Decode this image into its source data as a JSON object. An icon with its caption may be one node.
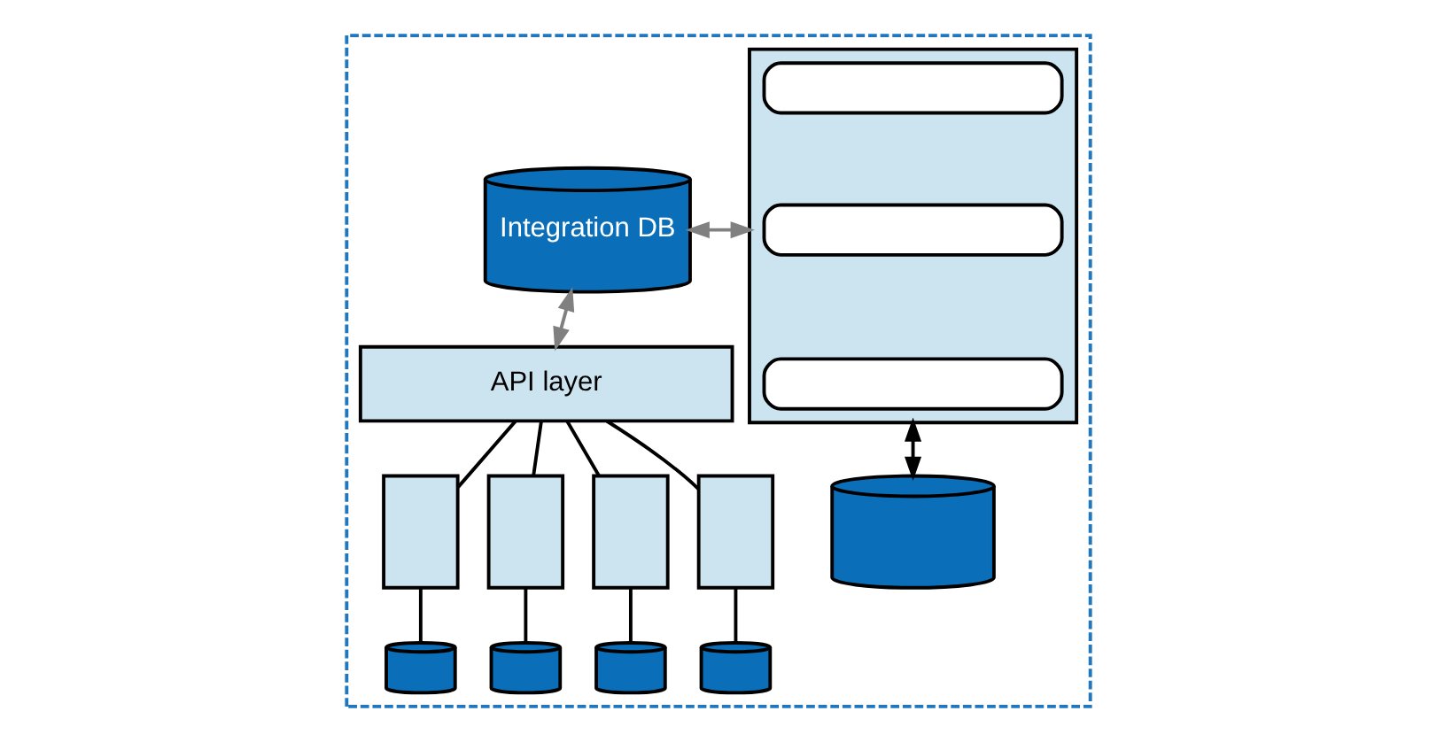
{
  "diagram": {
    "nodes": [
      {
        "text": [],
        "shape": "box"
      },
      {
        "text": [],
        "shape": "box",
        "in": 0
      },
      {
        "text": [],
        "shape": "box",
        "in": 1
      },
      {
        "text": [],
        "shape": "box",
        "in": 1
      },
      {
        "text": [],
        "shape": "box",
        "in": 1
      },
      {
        "text": [
          "Integration DB"
        ],
        "in": 0
      },
      {
        "text": [],
        "shape": "cylinder",
        "in": 0
      },
      {
        "text": [
          "API layer"
        ],
        "in": 0
      },
      {
        "text": [],
        "shape": "box",
        "in": 0
      },
      {
        "text": [],
        "shape": "box",
        "in": 0
      },
      {
        "text": [],
        "shape": "box",
        "in": 0
      },
      {
        "text": [],
        "shape": "box",
        "in": 0
      },
      {
        "text": [],
        "shape": "cylinder",
        "in": 0
      },
      {
        "text": [],
        "shape": "cylinder",
        "in": 0
      },
      {
        "text": [],
        "shape": "cylinder",
        "in": 0
      },
      {
        "text": [],
        "shape": "cylinder",
        "in": 0
      }
    ],
    "edges": [
      {
        "from": 1,
        "to": 5,
        "arrow": "both",
        "color": "#808080"
      },
      {
        "from": 1,
        "to": 6,
        "arrow": "both"
      },
      {
        "from": 5,
        "to": 7,
        "arrow": "both",
        "color": "#808080"
      },
      {
        "from": 7,
        "to": 8,
        "arrow": "none"
      },
      {
        "from": 7,
        "to": 9,
        "arrow": "none"
      },
      {
        "from": 7,
        "to": 10,
        "arrow": "none"
      },
      {
        "from": 7,
        "to": 11,
        "arrow": "none"
      },
      {
        "from": 8,
        "to": 12,
        "arrow": "none"
      },
      {
        "from": 9,
        "to": 13,
        "arrow": "none"
      },
      {
        "from": 10,
        "to": 14,
        "arrow": "none"
      },
      {
        "from": 11,
        "to": 15,
        "arrow": "none"
      }
    ]
  }
}
